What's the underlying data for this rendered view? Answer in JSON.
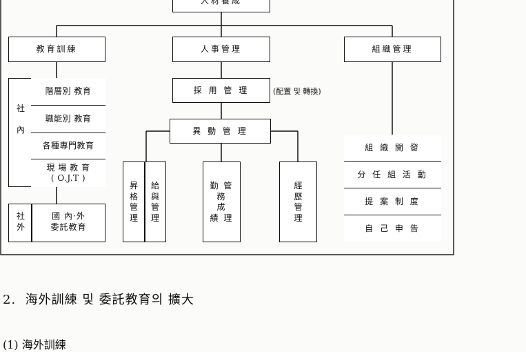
{
  "top_box": "人材養成",
  "branches": {
    "education": "教育訓練",
    "personnel": "人事管理",
    "organization": "組織管理"
  },
  "education": {
    "internal_label": "社\n\n內",
    "internal_items": [
      "階層別 教育",
      "職能別 教育",
      "各種專門教育",
      "現 場 教 育\n( O.J.T )"
    ],
    "external_label": "社\n外",
    "external_item": "國 內·外\n委託教育"
  },
  "personnel": {
    "recruit": "採 用 管 理",
    "recruit_note": "(配置 및 轉換)",
    "transfer": "異 動 管 理",
    "promotion": "昇\n格\n管\n理",
    "salary": "給\n與\n管\n理",
    "attendance": "勤 管\n務\n成\n績 理",
    "career": "經\n歷\n管\n理"
  },
  "organization": {
    "items": [
      "組 織 開 發",
      "分 任 組 活 動",
      "提 案 制 度",
      "自 己 申 告"
    ]
  },
  "section_heading": "2.  海外訓練 및 委託教育의 擴大",
  "subsection_heading": "(1) 海外訓練"
}
